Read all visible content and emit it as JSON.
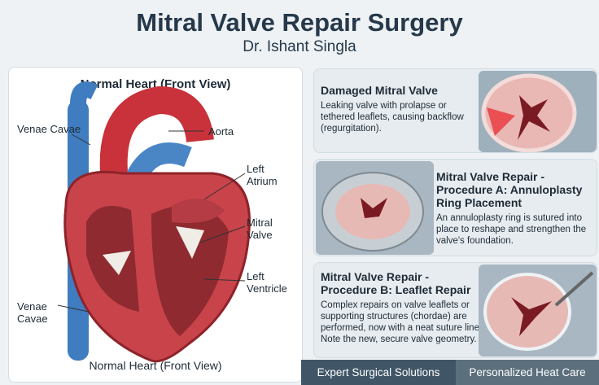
{
  "title": "Mitral Valve Repair Surgery",
  "subtitle": "Dr. Ishant Singla",
  "left_panel": {
    "heading": "Normal Heart (Front View)",
    "caption": "Normal Heart (Front View)",
    "labels": {
      "venae_cavae_top": "Venae Cavae",
      "aorta": "Aorta",
      "left_atrium": "Left Atrium",
      "mitral_valve": "Mitral Valve",
      "left_ventricle": "Left Ventricle",
      "venae_cavae_bottom": "Venae Cavae"
    }
  },
  "cards": [
    {
      "title": "Damaged Mitral Valve",
      "text": "Leaking valve with prolapse or tethered leaflets, causing backflow (regurgitation)."
    },
    {
      "title": "Mitral Valve Repair - Procedure A: Annuloplasty Ring Placement",
      "text": "An annuloplasty ring is sutured into place to reshape and strengthen the valve's foundation."
    },
    {
      "title": "Mitral Valve Repair - Procedure B: Leaflet Repair",
      "text": "Complex repairs on valve leaflets or supporting structures (chordae) are performed, now with a neat suture line. Note the new, secure valve geometry."
    }
  ],
  "footer": {
    "left": "Expert Surgical Solutions",
    "right": "Personalized Heat Care"
  }
}
